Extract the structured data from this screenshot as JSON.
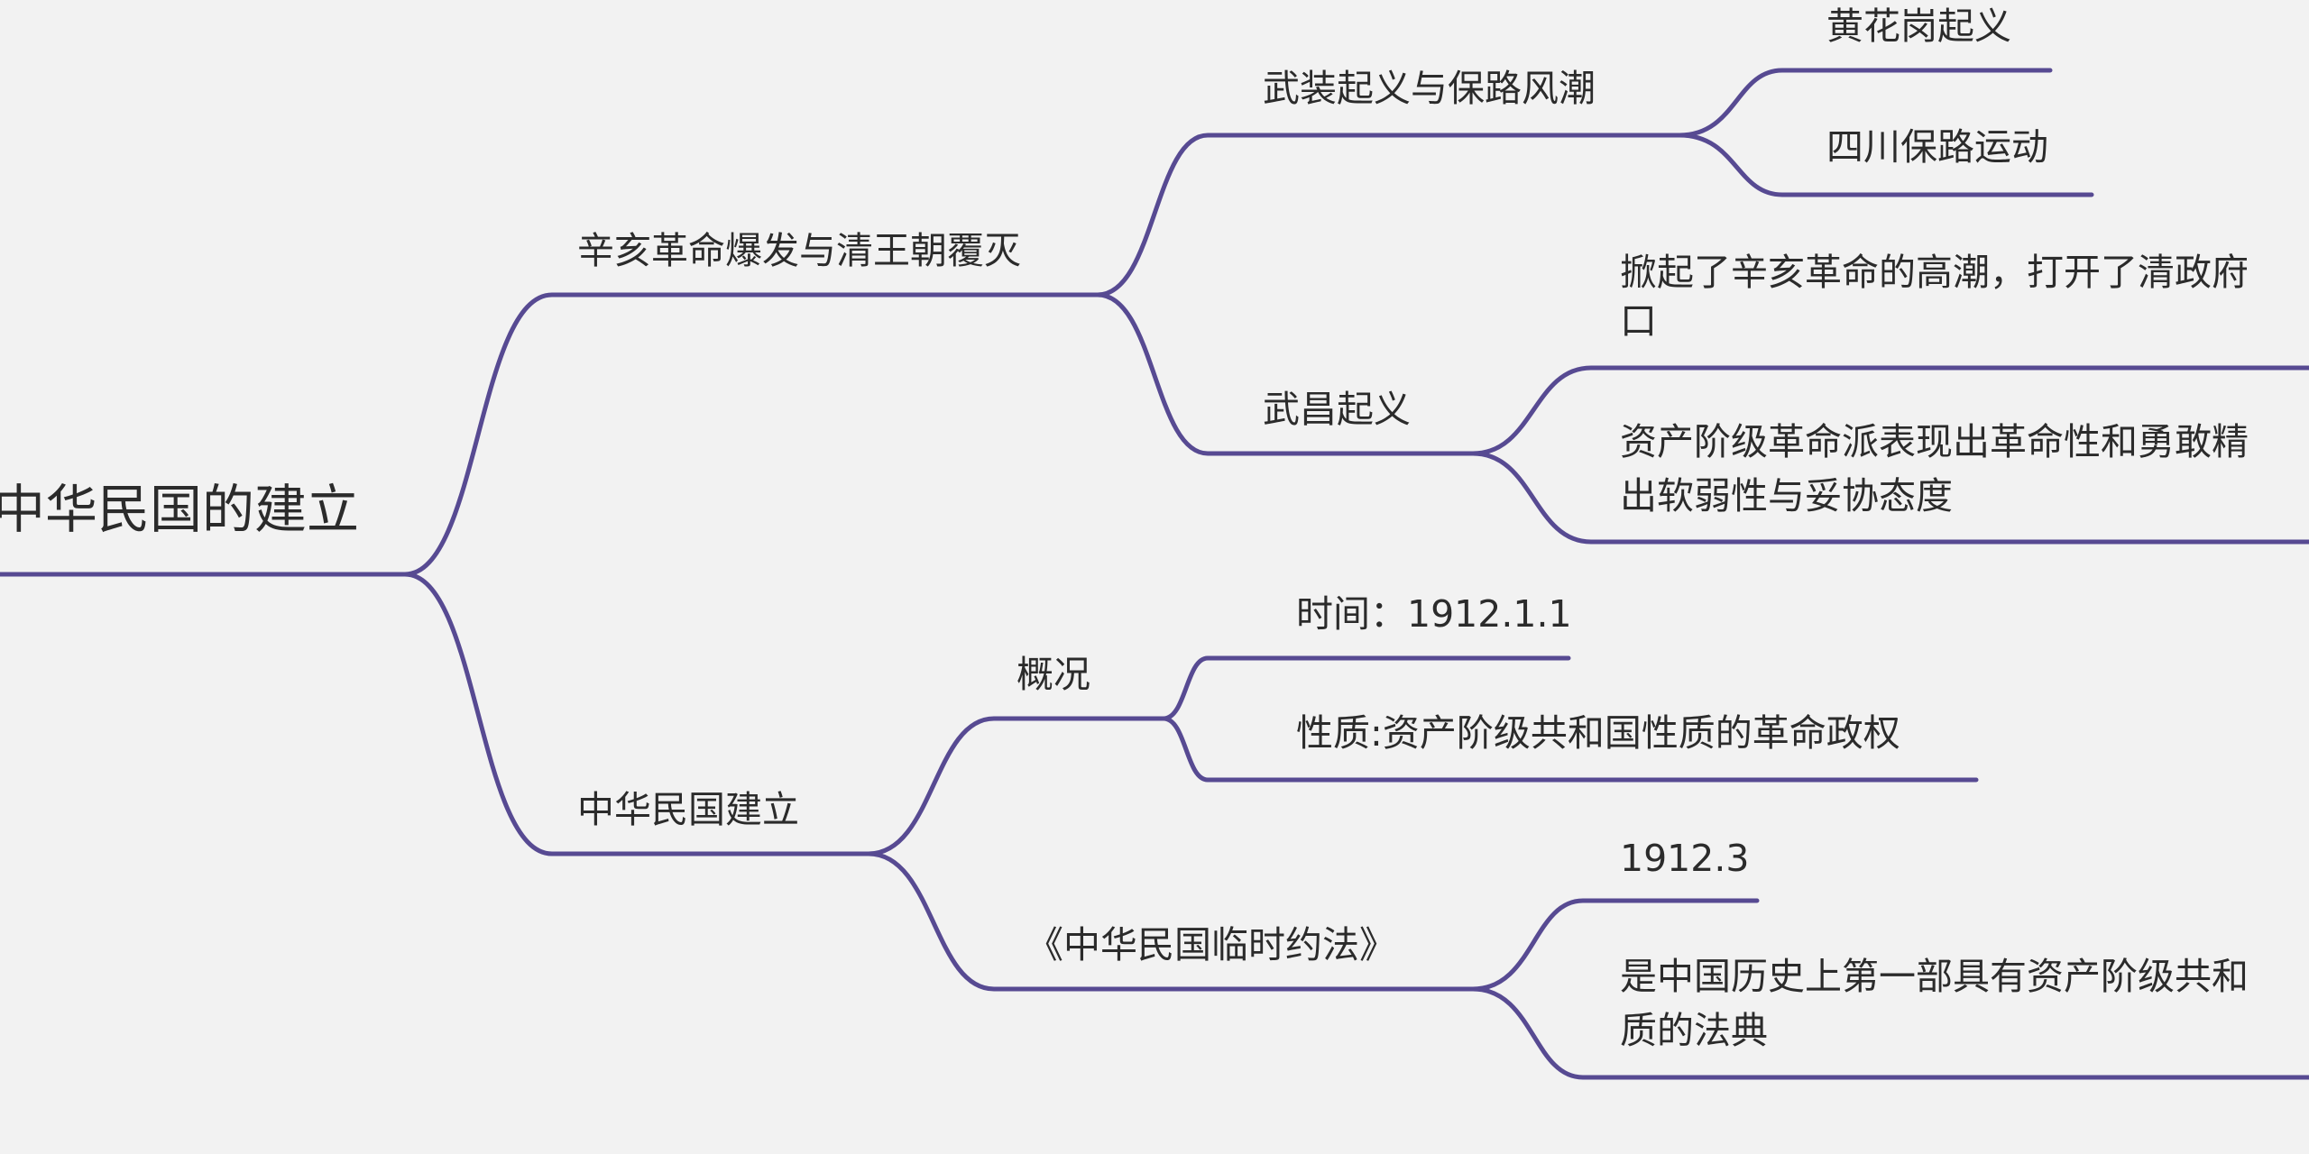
{
  "mindmap": {
    "line_color": "#574a92",
    "root": "中华民国的建立",
    "branches": [
      {
        "label": "辛亥革命爆发与清王朝覆灭",
        "children": [
          {
            "label": "武装起义与保路风潮",
            "children": [
              "黄花岗起义",
              "四川保路运动"
            ]
          },
          {
            "label": "武昌起义",
            "children": [
              [
                "掀起了辛亥革命的高潮，打开了清政府",
                "口"
              ],
              [
                "资产阶级革命派表现出革命性和勇敢精",
                "出软弱性与妥协态度"
              ]
            ]
          }
        ]
      },
      {
        "label": "中华民国建立",
        "children": [
          {
            "label": "概况",
            "children": [
              "时间：1912.1.1",
              "性质:资产阶级共和国性质的革命政权"
            ]
          },
          {
            "label": "《中华民国临时约法》",
            "children": [
              [
                "1912.3"
              ],
              [
                "是中国历史上第一部具有资产阶级共和",
                "质的法典"
              ]
            ]
          }
        ]
      }
    ]
  }
}
